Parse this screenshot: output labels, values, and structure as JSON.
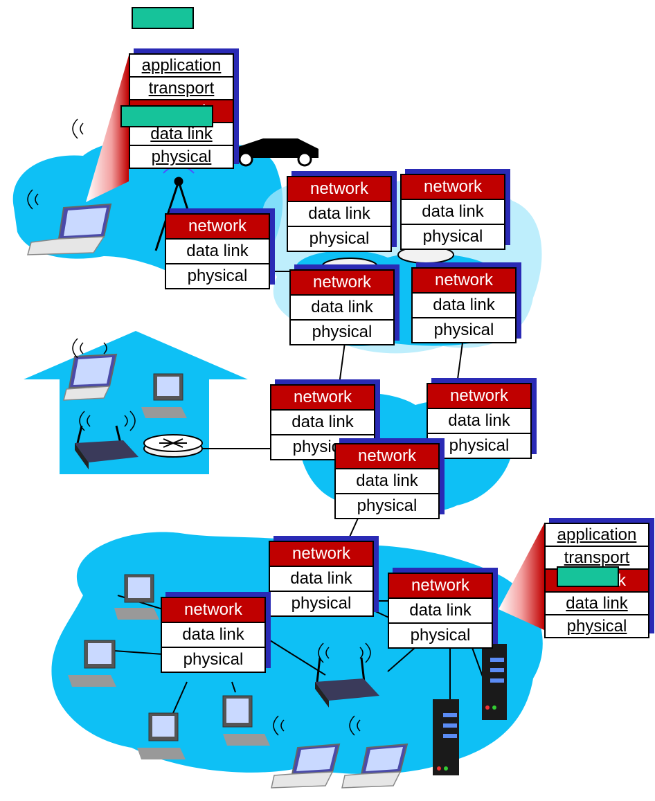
{
  "colors": {
    "cloud": "#0ec0f5",
    "network_header": "#c00000",
    "shadow": "#2a2ab5",
    "packet": "#16c39a"
  },
  "layers": {
    "application": "application",
    "transport": "transport",
    "network": "network",
    "data_link": "data link",
    "physical": "physical"
  },
  "icons": [
    "laptop-icon",
    "desktop-icon",
    "server-icon",
    "router-icon",
    "wifi-access-point-icon",
    "cell-tower-icon",
    "car-icon",
    "house-icon"
  ]
}
